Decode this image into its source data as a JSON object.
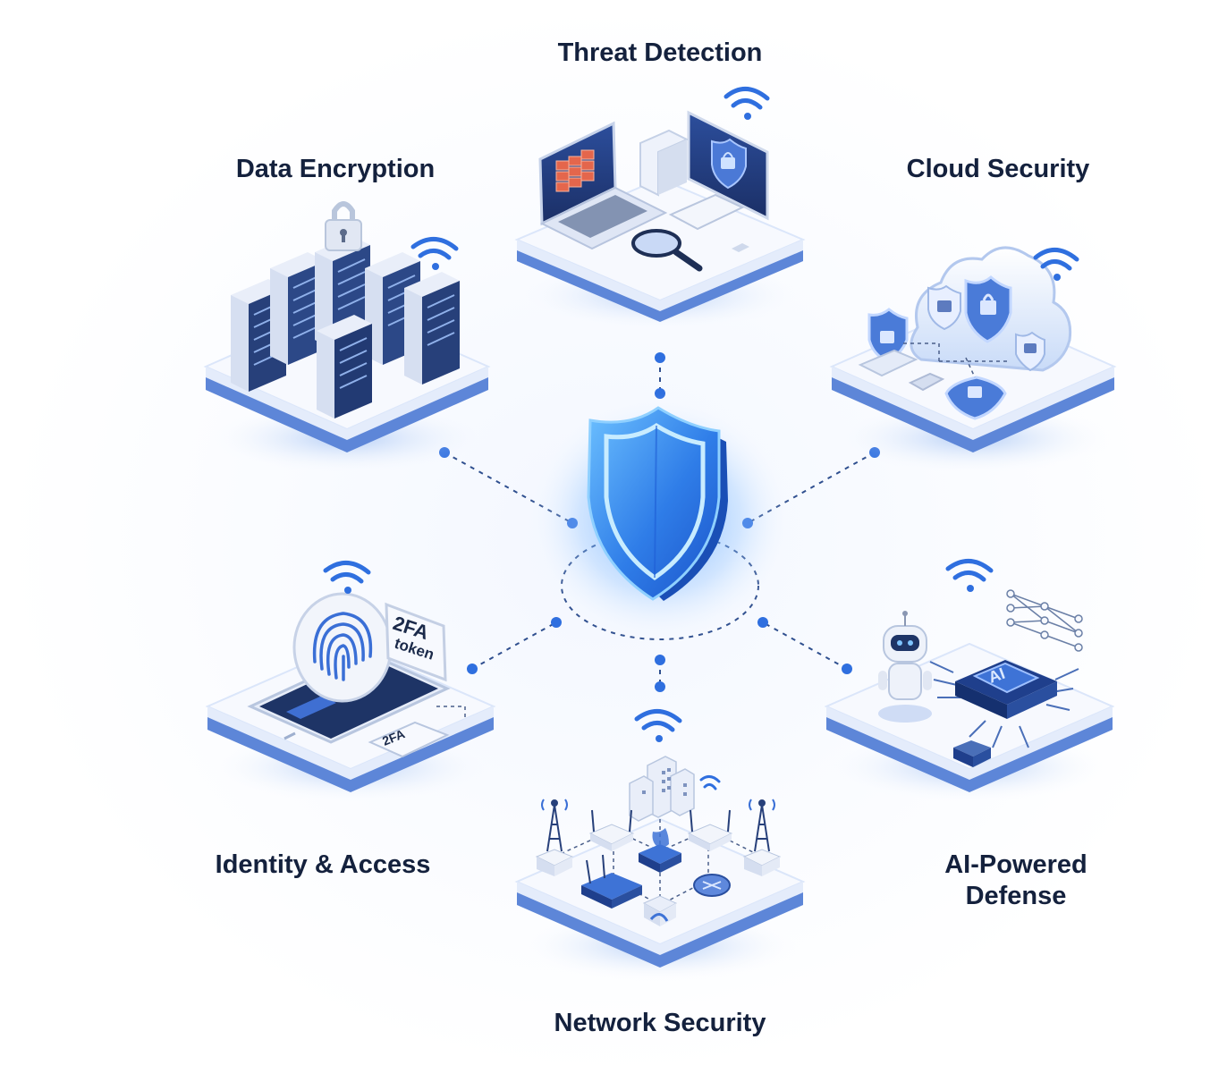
{
  "nodes": {
    "threat_detection": {
      "label": "Threat Detection"
    },
    "data_encryption": {
      "label": "Data Encryption"
    },
    "cloud_security": {
      "label": "Cloud Security"
    },
    "identity_access": {
      "label": "Identity & Access"
    },
    "ai_defense": {
      "label": "AI-Powered\nDefense"
    },
    "network_security": {
      "label": "Network Security"
    }
  },
  "device_text": {
    "token_title": "2FA",
    "token_sub": "token",
    "phone_chip": "2FA",
    "ai_chip": "AI"
  },
  "colors": {
    "accent": "#2f6fdf",
    "shield": "#3b8af0",
    "platform_top": "#f7f9fe",
    "platform_side": "#5d86d8",
    "text": "#14213d"
  }
}
